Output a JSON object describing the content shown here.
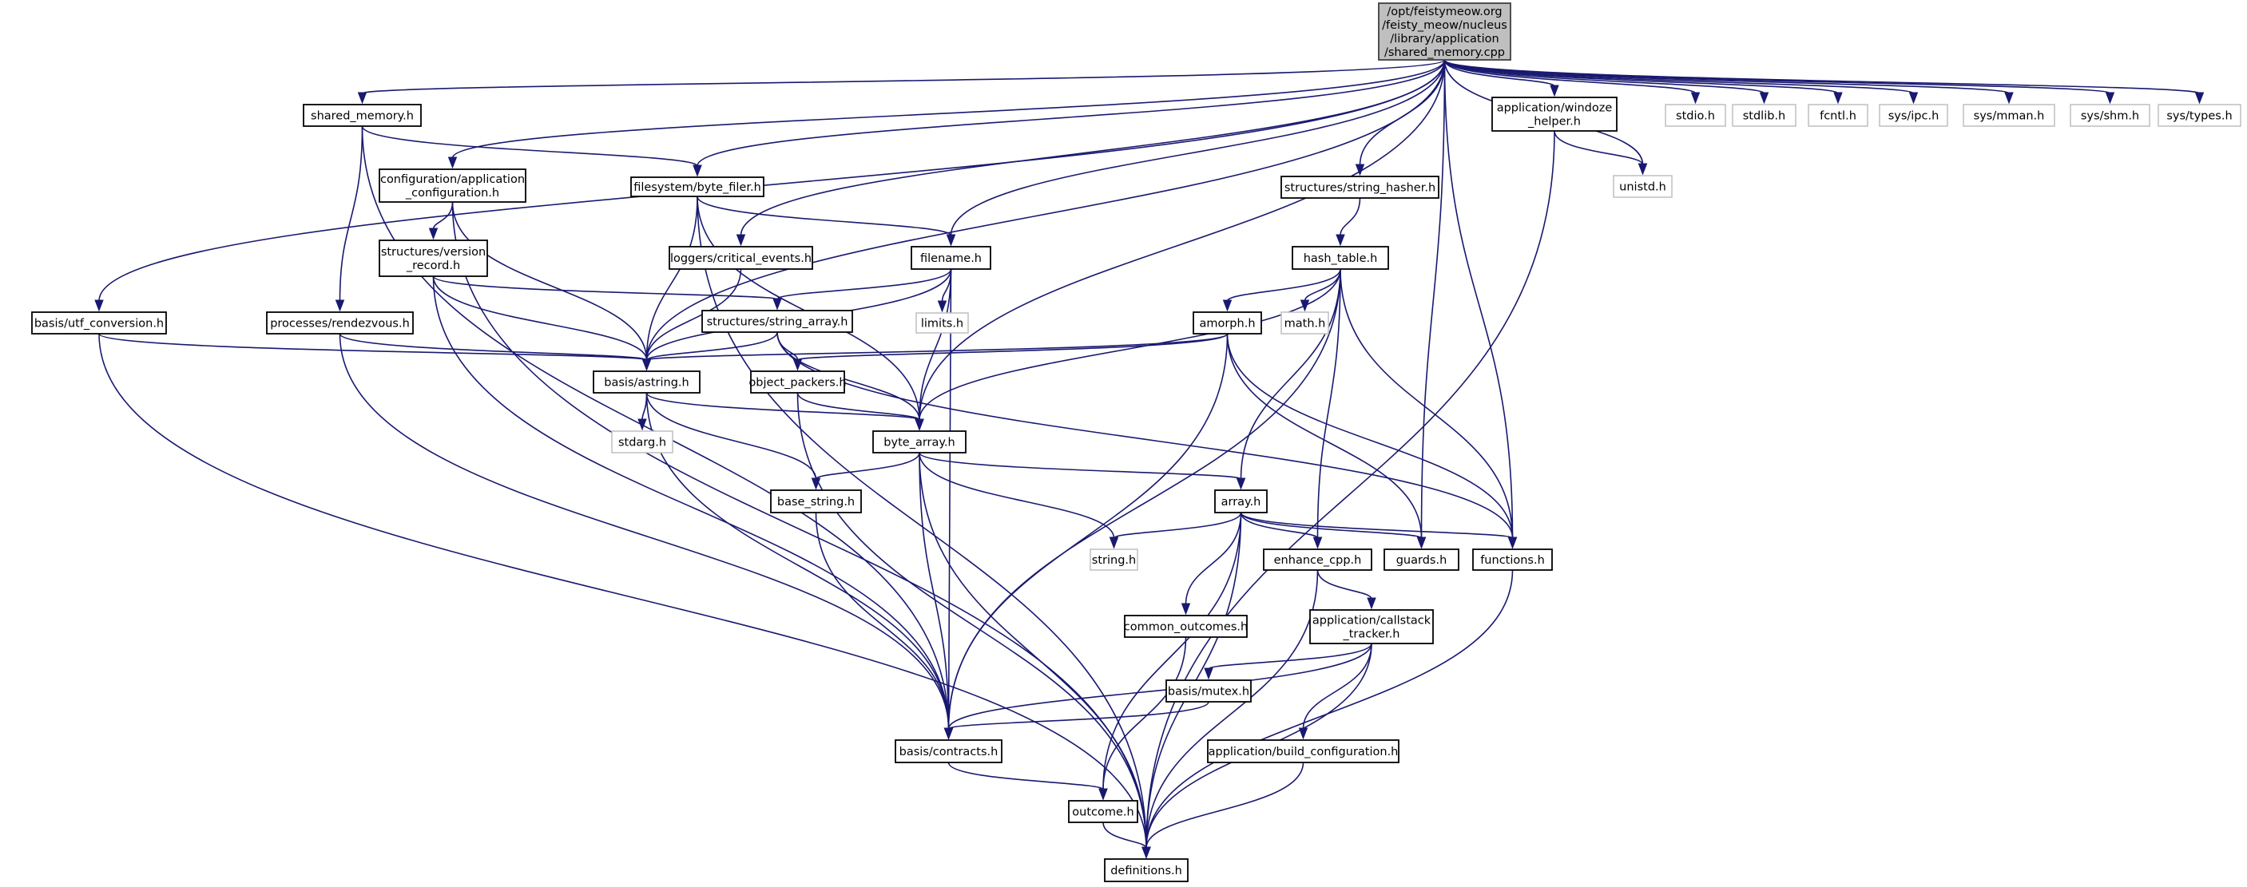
{
  "diagram": {
    "title": "Include dependency graph for shared_memory.cpp",
    "colors": {
      "edge": "#191970",
      "root_fill": "#bfbfbf",
      "node_border": "#000000",
      "external_border": "#bfbfbf"
    },
    "nodes": [
      {
        "id": "root",
        "lines": [
          "/opt/feistymeow.org",
          "/feisty_meow/nucleus",
          "/library/application",
          "/shared_memory.cpp"
        ],
        "kind": "root"
      },
      {
        "id": "shared_memory_h",
        "lines": [
          "shared_memory.h"
        ],
        "kind": "local"
      },
      {
        "id": "app_config",
        "lines": [
          "configuration/application",
          "_configuration.h"
        ],
        "kind": "local"
      },
      {
        "id": "byte_filer",
        "lines": [
          "filesystem/byte_filer.h"
        ],
        "kind": "local"
      },
      {
        "id": "version_record",
        "lines": [
          "structures/version",
          "_record.h"
        ],
        "kind": "local"
      },
      {
        "id": "critical_events",
        "lines": [
          "loggers/critical_events.h"
        ],
        "kind": "local"
      },
      {
        "id": "filename",
        "lines": [
          "filename.h"
        ],
        "kind": "local"
      },
      {
        "id": "string_array",
        "lines": [
          "structures/string_array.h"
        ],
        "kind": "local"
      },
      {
        "id": "limits",
        "lines": [
          "limits.h"
        ],
        "kind": "external"
      },
      {
        "id": "utf_conversion",
        "lines": [
          "basis/utf_conversion.h"
        ],
        "kind": "local"
      },
      {
        "id": "rendezvous",
        "lines": [
          "processes/rendezvous.h"
        ],
        "kind": "local"
      },
      {
        "id": "astring",
        "lines": [
          "basis/astring.h"
        ],
        "kind": "local"
      },
      {
        "id": "object_packers",
        "lines": [
          "object_packers.h"
        ],
        "kind": "local"
      },
      {
        "id": "stdarg",
        "lines": [
          "stdarg.h"
        ],
        "kind": "external"
      },
      {
        "id": "byte_array",
        "lines": [
          "byte_array.h"
        ],
        "kind": "local"
      },
      {
        "id": "base_string",
        "lines": [
          "base_string.h"
        ],
        "kind": "local"
      },
      {
        "id": "string_h",
        "lines": [
          "string.h"
        ],
        "kind": "external"
      },
      {
        "id": "array",
        "lines": [
          "array.h"
        ],
        "kind": "local"
      },
      {
        "id": "enhance_cpp",
        "lines": [
          "enhance_cpp.h"
        ],
        "kind": "local"
      },
      {
        "id": "guards",
        "lines": [
          "guards.h"
        ],
        "kind": "local"
      },
      {
        "id": "functions",
        "lines": [
          "functions.h"
        ],
        "kind": "local"
      },
      {
        "id": "common_outcomes",
        "lines": [
          "common_outcomes.h"
        ],
        "kind": "local"
      },
      {
        "id": "callstack_tracker",
        "lines": [
          "application/callstack",
          "_tracker.h"
        ],
        "kind": "local"
      },
      {
        "id": "mutex",
        "lines": [
          "basis/mutex.h"
        ],
        "kind": "local"
      },
      {
        "id": "contracts",
        "lines": [
          "basis/contracts.h"
        ],
        "kind": "local"
      },
      {
        "id": "build_configuration",
        "lines": [
          "application/build_configuration.h"
        ],
        "kind": "local"
      },
      {
        "id": "outcome",
        "lines": [
          "outcome.h"
        ],
        "kind": "local"
      },
      {
        "id": "definitions",
        "lines": [
          "definitions.h"
        ],
        "kind": "local"
      },
      {
        "id": "string_hasher",
        "lines": [
          "structures/string_hasher.h"
        ],
        "kind": "local"
      },
      {
        "id": "hash_table",
        "lines": [
          "hash_table.h"
        ],
        "kind": "local"
      },
      {
        "id": "amorph",
        "lines": [
          "amorph.h"
        ],
        "kind": "local"
      },
      {
        "id": "math",
        "lines": [
          "math.h"
        ],
        "kind": "external"
      },
      {
        "id": "windoze_helper",
        "lines": [
          "application/windoze",
          "_helper.h"
        ],
        "kind": "local"
      },
      {
        "id": "unistd",
        "lines": [
          "unistd.h"
        ],
        "kind": "external"
      },
      {
        "id": "stdio",
        "lines": [
          "stdio.h"
        ],
        "kind": "external"
      },
      {
        "id": "stdlib",
        "lines": [
          "stdlib.h"
        ],
        "kind": "external"
      },
      {
        "id": "fcntl",
        "lines": [
          "fcntl.h"
        ],
        "kind": "external"
      },
      {
        "id": "sys_ipc",
        "lines": [
          "sys/ipc.h"
        ],
        "kind": "external"
      },
      {
        "id": "sys_mman",
        "lines": [
          "sys/mman.h"
        ],
        "kind": "external"
      },
      {
        "id": "sys_shm",
        "lines": [
          "sys/shm.h"
        ],
        "kind": "external"
      },
      {
        "id": "sys_types",
        "lines": [
          "sys/types.h"
        ],
        "kind": "external"
      }
    ],
    "edges": [
      [
        "root",
        "shared_memory_h"
      ],
      [
        "root",
        "app_config"
      ],
      [
        "root",
        "byte_filer"
      ],
      [
        "root",
        "critical_events"
      ],
      [
        "root",
        "filename"
      ],
      [
        "root",
        "utf_conversion"
      ],
      [
        "root",
        "astring"
      ],
      [
        "root",
        "byte_array"
      ],
      [
        "root",
        "string_hasher"
      ],
      [
        "root",
        "guards"
      ],
      [
        "root",
        "functions"
      ],
      [
        "root",
        "windoze_helper"
      ],
      [
        "root",
        "unistd"
      ],
      [
        "root",
        "stdio"
      ],
      [
        "root",
        "stdlib"
      ],
      [
        "root",
        "fcntl"
      ],
      [
        "root",
        "sys_ipc"
      ],
      [
        "root",
        "sys_mman"
      ],
      [
        "root",
        "sys_shm"
      ],
      [
        "root",
        "sys_types"
      ],
      [
        "shared_memory_h",
        "byte_filer"
      ],
      [
        "shared_memory_h",
        "rendezvous"
      ],
      [
        "shared_memory_h",
        "contracts"
      ],
      [
        "app_config",
        "version_record"
      ],
      [
        "app_config",
        "astring"
      ],
      [
        "app_config",
        "definitions"
      ],
      [
        "byte_filer",
        "astring"
      ],
      [
        "byte_filer",
        "filename"
      ],
      [
        "byte_filer",
        "byte_array"
      ],
      [
        "byte_filer",
        "definitions"
      ],
      [
        "version_record",
        "astring"
      ],
      [
        "version_record",
        "string_array"
      ],
      [
        "version_record",
        "contracts"
      ],
      [
        "critical_events",
        "astring"
      ],
      [
        "filename",
        "astring"
      ],
      [
        "filename",
        "string_array"
      ],
      [
        "filename",
        "limits"
      ],
      [
        "filename",
        "byte_array"
      ],
      [
        "filename",
        "contracts"
      ],
      [
        "string_array",
        "astring"
      ],
      [
        "string_array",
        "object_packers"
      ],
      [
        "string_array",
        "byte_array"
      ],
      [
        "string_array",
        "functions"
      ],
      [
        "utf_conversion",
        "astring"
      ],
      [
        "utf_conversion",
        "definitions"
      ],
      [
        "rendezvous",
        "astring"
      ],
      [
        "rendezvous",
        "contracts"
      ],
      [
        "astring",
        "stdarg"
      ],
      [
        "astring",
        "byte_array"
      ],
      [
        "astring",
        "base_string"
      ],
      [
        "astring",
        "contracts"
      ],
      [
        "object_packers",
        "byte_array"
      ],
      [
        "object_packers",
        "definitions"
      ],
      [
        "byte_array",
        "base_string"
      ],
      [
        "byte_array",
        "array"
      ],
      [
        "byte_array",
        "string_h"
      ],
      [
        "byte_array",
        "contracts"
      ],
      [
        "byte_array",
        "definitions"
      ],
      [
        "base_string",
        "contracts"
      ],
      [
        "array",
        "string_h"
      ],
      [
        "array",
        "enhance_cpp"
      ],
      [
        "array",
        "guards"
      ],
      [
        "array",
        "functions"
      ],
      [
        "array",
        "common_outcomes"
      ],
      [
        "array",
        "outcome"
      ],
      [
        "array",
        "definitions"
      ],
      [
        "enhance_cpp",
        "callstack_tracker"
      ],
      [
        "enhance_cpp",
        "definitions"
      ],
      [
        "callstack_tracker",
        "mutex"
      ],
      [
        "callstack_tracker",
        "contracts"
      ],
      [
        "callstack_tracker",
        "build_configuration"
      ],
      [
        "callstack_tracker",
        "definitions"
      ],
      [
        "mutex",
        "contracts"
      ],
      [
        "contracts",
        "outcome"
      ],
      [
        "common_outcomes",
        "outcome"
      ],
      [
        "outcome",
        "definitions"
      ],
      [
        "build_configuration",
        "definitions"
      ],
      [
        "functions",
        "definitions"
      ],
      [
        "windoze_helper",
        "unistd"
      ],
      [
        "windoze_helper",
        "definitions"
      ],
      [
        "string_hasher",
        "hash_table"
      ],
      [
        "hash_table",
        "amorph"
      ],
      [
        "hash_table",
        "math"
      ],
      [
        "hash_table",
        "byte_array"
      ],
      [
        "hash_table",
        "array"
      ],
      [
        "hash_table",
        "enhance_cpp"
      ],
      [
        "hash_table",
        "functions"
      ],
      [
        "hash_table",
        "contracts"
      ],
      [
        "amorph",
        "astring"
      ],
      [
        "amorph",
        "object_packers"
      ],
      [
        "amorph",
        "guards"
      ],
      [
        "amorph",
        "functions"
      ],
      [
        "amorph",
        "contracts"
      ]
    ]
  }
}
